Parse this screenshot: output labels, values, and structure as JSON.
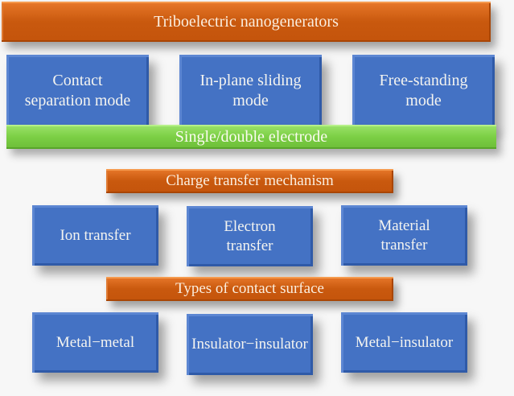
{
  "colors": {
    "header_orange": "#c9590e",
    "mode_blue": "#4472c4",
    "electrode_green": "#7ccf45",
    "background": "#f7f7f7"
  },
  "header": {
    "title": "Triboelectric nanogenerators"
  },
  "modes": [
    {
      "label": "Contact separation mode"
    },
    {
      "label": "In-plane sliding mode"
    },
    {
      "label": "Free-standing mode"
    }
  ],
  "electrode_bar": {
    "label": "Single/double electrode"
  },
  "charge_transfer": {
    "title": "Charge transfer mechanism",
    "items": [
      {
        "label": "Ion transfer"
      },
      {
        "label": "Electron transfer"
      },
      {
        "label": "Material transfer"
      }
    ]
  },
  "contact_surface": {
    "title": "Types of contact surface",
    "items": [
      {
        "label": "Metal−metal"
      },
      {
        "label": "Insulator−insulator"
      },
      {
        "label": "Metal−insulator"
      }
    ]
  }
}
